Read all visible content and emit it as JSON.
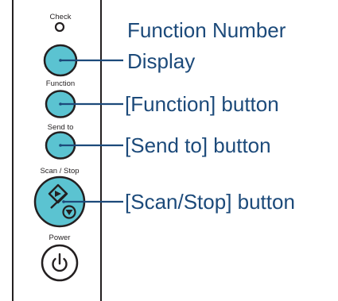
{
  "panel": {
    "check_label": "Check",
    "function_label": "Function",
    "send_to_label": "Send to",
    "scan_stop_label": "Scan / Stop",
    "power_label": "Power"
  },
  "callouts": {
    "function_number_display_line1": "Function Number",
    "function_number_display_line2": "Display",
    "function_button": "[Function] button",
    "send_to_button": "[Send to] button",
    "scan_stop_button": "[Scan/Stop] button"
  },
  "icons": {
    "scan_icon": "scan-diamond-icon",
    "stop_icon": "stop-triangle-icon",
    "power_icon": "power-icon",
    "check_led": "led-indicator-icon"
  },
  "colors": {
    "button_fill": "#5bc3d1",
    "outline": "#231f20",
    "callout_text": "#1c4a7a",
    "leader_line": "#1c4a7a"
  }
}
